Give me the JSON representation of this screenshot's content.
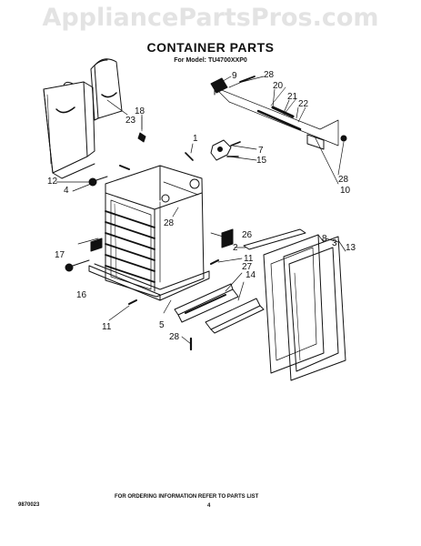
{
  "watermark": "AppliancePartsPros.com",
  "header": {
    "title": "CONTAINER PARTS",
    "model": "For Model: TU4700XXP0"
  },
  "callouts": [
    {
      "id": "c1",
      "text": "1"
    },
    {
      "id": "c2",
      "text": "2"
    },
    {
      "id": "c3",
      "text": "3"
    },
    {
      "id": "c4",
      "text": "4"
    },
    {
      "id": "c5",
      "text": "5"
    },
    {
      "id": "c7",
      "text": "7"
    },
    {
      "id": "c8",
      "text": "8"
    },
    {
      "id": "c9",
      "text": "9"
    },
    {
      "id": "c10",
      "text": "10"
    },
    {
      "id": "c11a",
      "text": "11"
    },
    {
      "id": "c11b",
      "text": "11"
    },
    {
      "id": "c12",
      "text": "12"
    },
    {
      "id": "c13",
      "text": "13"
    },
    {
      "id": "c14",
      "text": "14"
    },
    {
      "id": "c15",
      "text": "15"
    },
    {
      "id": "c16",
      "text": "16"
    },
    {
      "id": "c17",
      "text": "17"
    },
    {
      "id": "c18",
      "text": "18"
    },
    {
      "id": "c20",
      "text": "20"
    },
    {
      "id": "c21",
      "text": "21"
    },
    {
      "id": "c22",
      "text": "22"
    },
    {
      "id": "c23",
      "text": "23"
    },
    {
      "id": "c26",
      "text": "26"
    },
    {
      "id": "c27",
      "text": "27"
    },
    {
      "id": "c28a",
      "text": "28"
    },
    {
      "id": "c28b",
      "text": "28"
    },
    {
      "id": "c28c",
      "text": "28"
    },
    {
      "id": "c28d",
      "text": "28"
    }
  ],
  "footer": {
    "ordering_note": "FOR ORDERING INFORMATION REFER TO PARTS LIST",
    "part_number": "9870023",
    "page_number": "4"
  }
}
